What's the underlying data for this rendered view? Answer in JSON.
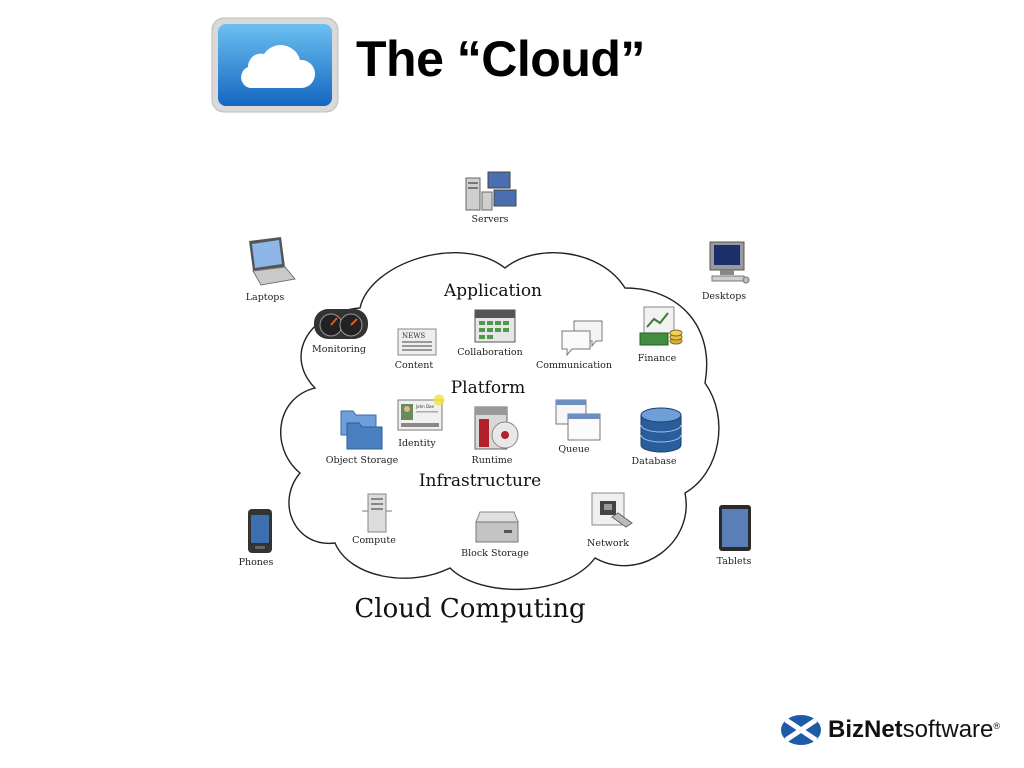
{
  "slide": {
    "title": "The “Cloud”",
    "caption": "Cloud Computing",
    "brand": {
      "name_bold": "BizNet",
      "name_regular": "software",
      "registered": "®"
    }
  },
  "layers": {
    "application": "Application",
    "platform": "Platform",
    "infrastructure": "Infrastructure"
  },
  "services": {
    "monitoring": "Monitoring",
    "content": "Content",
    "collaboration": "Collaboration",
    "communication": "Communication",
    "finance": "Finance",
    "identity": "Identity",
    "object_storage": "Object Storage",
    "runtime": "Runtime",
    "queue": "Queue",
    "database": "Database",
    "compute": "Compute",
    "block_storage": "Block Storage",
    "network": "Network"
  },
  "devices": {
    "servers": "Servers",
    "laptops": "Laptops",
    "desktops": "Desktops",
    "phones": "Phones",
    "tablets": "Tablets"
  },
  "icons": {
    "app": "cloud-icon",
    "news_text": "NEWS",
    "id_card_text": "John Doe"
  },
  "colors": {
    "app_icon_blue": "#1e88d6",
    "folder_blue": "#4a7fc1",
    "database_blue": "#2a5d9c",
    "brand_blue": "#1f5aa6"
  }
}
